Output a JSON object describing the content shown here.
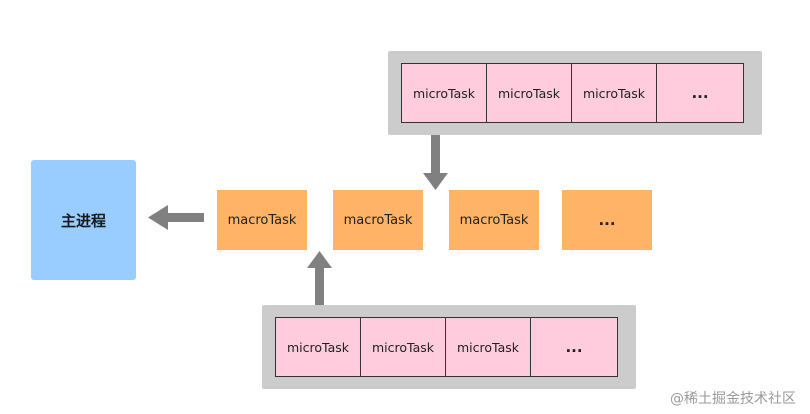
{
  "main_process": {
    "label": "主进程"
  },
  "macro_tasks": [
    "macroTask",
    "macroTask",
    "macroTask",
    "..."
  ],
  "micro_queue_top": [
    "microTask",
    "microTask",
    "microTask",
    "..."
  ],
  "micro_queue_bottom": [
    "microTask",
    "microTask",
    "microTask",
    "..."
  ],
  "watermark": "@稀土掘金技术社区",
  "colors": {
    "main_process": "#99ccff",
    "macro_task": "#ffb366",
    "micro_task": "#ffccdd",
    "queue_frame": "#cccccc",
    "arrow": "#808080"
  }
}
